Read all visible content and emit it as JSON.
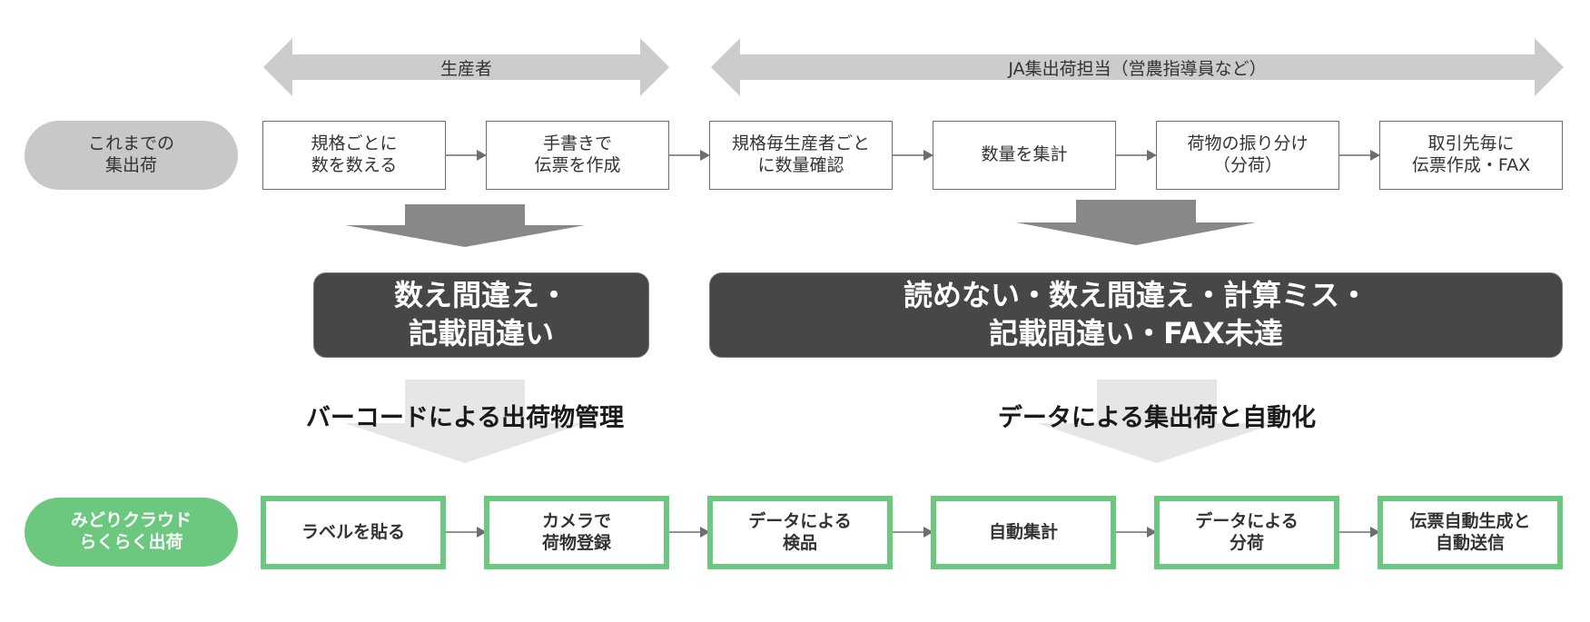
{
  "roles": {
    "producer": "生産者",
    "ja": "JA集出荷担当（営農指導員など）"
  },
  "rows": {
    "current_label": "これまでの\n集出荷",
    "new_label": "みどりクラウド\nらくらく出荷"
  },
  "current_steps": [
    "規格ごとに\n数を数える",
    "手書きで\n伝票を作成",
    "規格毎生産者ごと\nに数量確認",
    "数量を集計",
    "荷物の振り分け\n（分荷）",
    "取引先毎に\n伝票作成・FAX"
  ],
  "problems": {
    "producer": "数え間違え・\n記載間違い",
    "ja": "読めない・数え間違え・計算ミス・\n記載間違い・FAX未達"
  },
  "solutions": {
    "producer": "バーコードによる出荷物管理",
    "ja": "データによる集出荷と自動化"
  },
  "new_steps": [
    "ラベルを貼る",
    "カメラで\n荷物登録",
    "データによる\n検品",
    "自動集計",
    "データによる\n分荷",
    "伝票自動生成と\n自動送信"
  ],
  "colors": {
    "accent_green": "#6cc87f",
    "problem_bg": "#474747",
    "role_arrow": "#cccccc",
    "down_arrow_dark": "#888888",
    "down_arrow_light": "#e6e6e6",
    "connector": "#6e6e6e"
  }
}
